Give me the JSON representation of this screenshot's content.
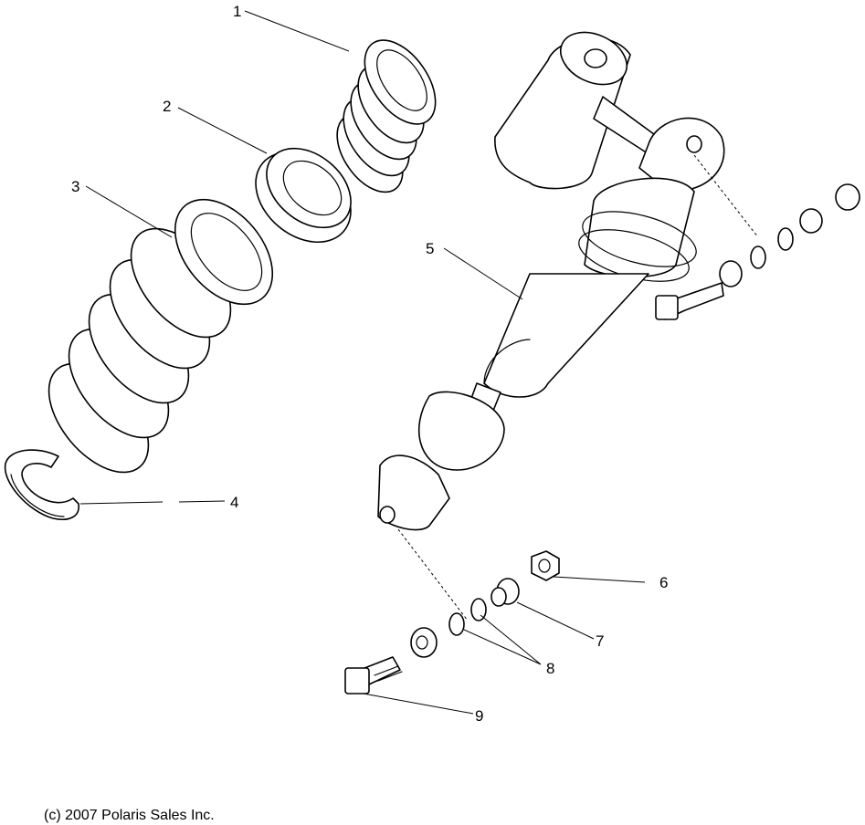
{
  "callouts": {
    "c1": "1",
    "c2": "2",
    "c3": "3",
    "c4": "4",
    "c5": "5",
    "c6": "6",
    "c7": "7",
    "c8": "8",
    "c9": "9"
  },
  "footer": {
    "copyright": "c 2007 Polaris Sales Inc."
  }
}
